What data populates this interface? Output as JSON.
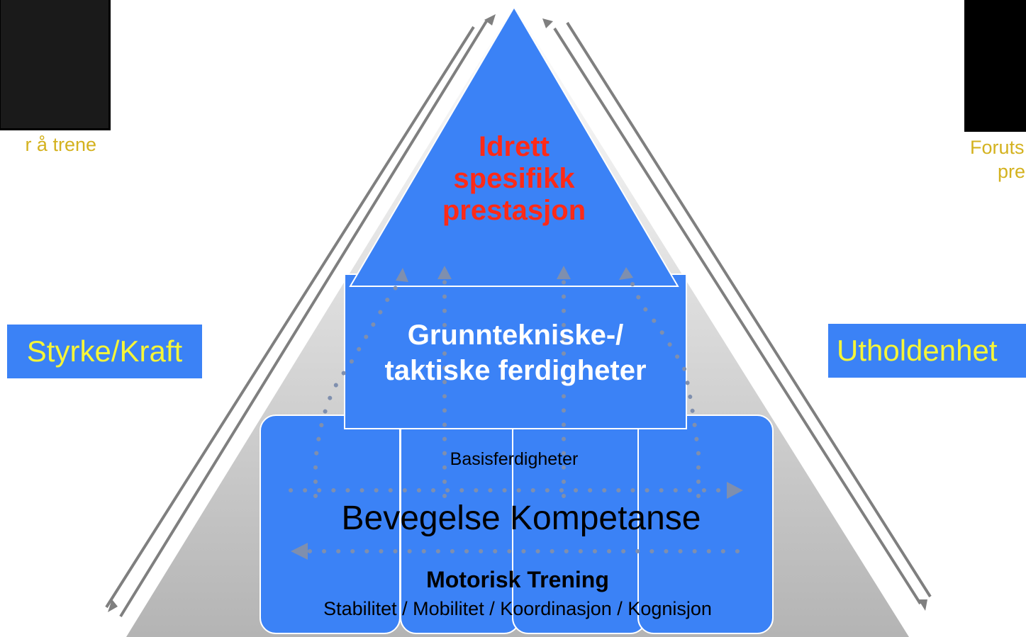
{
  "captions": {
    "left": "r å trene",
    "right_line1": "Foruts",
    "right_line2": "pre"
  },
  "side_labels": {
    "left": "Styrke/Kraft",
    "right": "Utholdenhet"
  },
  "pyramid": {
    "peak_lines": [
      "Idrett",
      "spesifikk",
      "prestasjon"
    ],
    "middle_lines": [
      "Grunntekniske-/",
      "taktiske ferdigheter"
    ],
    "base_caption": "Basisferdigheter",
    "base_title": "Bevegelse Kompetanse",
    "training_title": "Motorisk Trening",
    "training_items": "Stabilitet / Mobilitet / Koordinasjon / Kognisjon"
  },
  "colors": {
    "box_blue": "#3b82f6",
    "peak_text": "#ff2a17",
    "side_text": "#f5f538",
    "caption": "#d4b21f",
    "pyramid_gray": "#bdbdbd"
  },
  "icons": [
    "athlete-photo-left",
    "skier-photo-right",
    "up-arrow",
    "down-arrow",
    "right-arrow",
    "left-arrow"
  ]
}
